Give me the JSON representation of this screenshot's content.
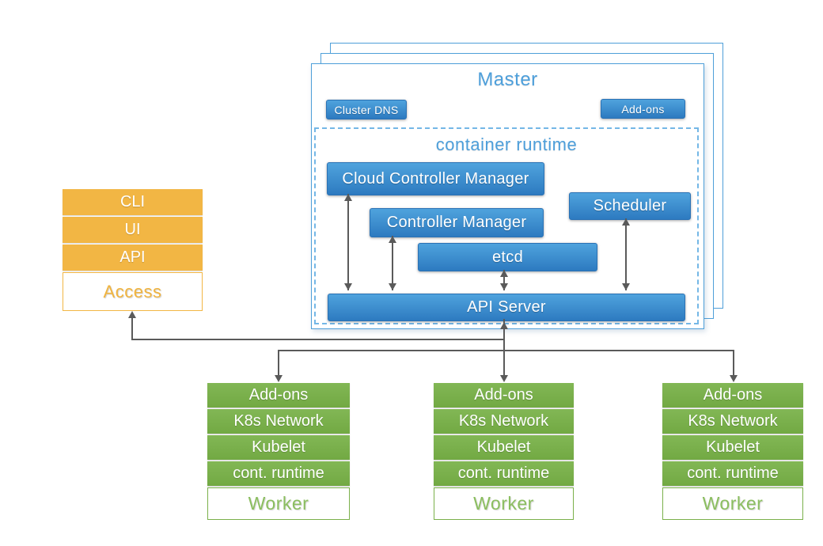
{
  "colors": {
    "blue_top": "#4fa3dd",
    "blue_bottom": "#2d7ac0",
    "blue_border": "#2b72b5",
    "title_blue": "#4d9fdb",
    "dashed_blue": "#74b7e6",
    "master_border": "#4e9fd9",
    "green": "#7ab04a",
    "green_text": "#8bbe5f",
    "orange": "#f2b644",
    "orange_text": "#f1b43e",
    "line": "#5a5a5a"
  },
  "master": {
    "title": "Master",
    "buttons": {
      "cluster_dns": "Cluster DNS",
      "addons": "Add-ons"
    },
    "container_runtime": {
      "label": "container runtime",
      "cloud_controller_manager": "Cloud Controller Manager",
      "controller_manager": "Controller Manager",
      "scheduler": "Scheduler",
      "etcd": "etcd",
      "api_server": "API Server"
    }
  },
  "access_stack": {
    "items": [
      "CLI",
      "UI",
      "API"
    ],
    "base": "Access"
  },
  "worker_stack": {
    "rows": [
      "Add-ons",
      "K8s Network",
      "Kubelet",
      "cont. runtime"
    ],
    "base": "Worker"
  }
}
